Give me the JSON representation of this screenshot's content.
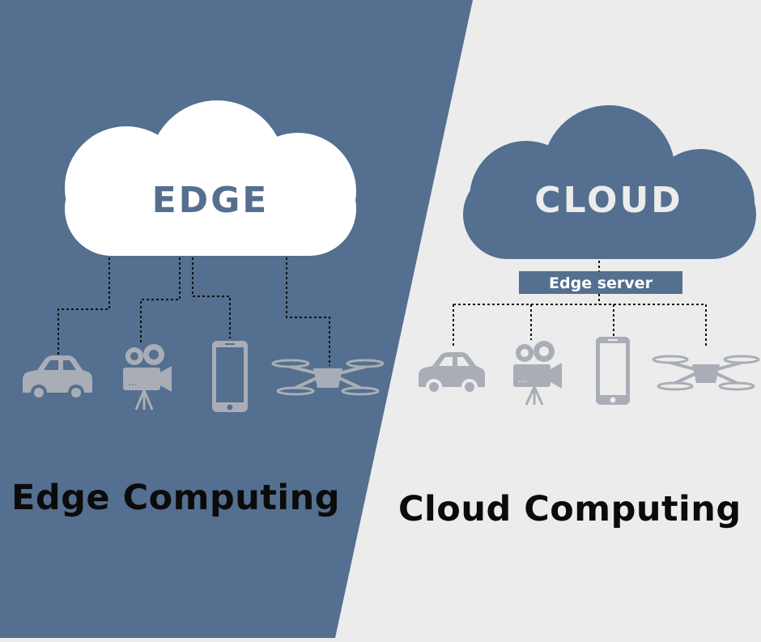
{
  "colors": {
    "slate": "#546f8f",
    "light_bg": "#ececec",
    "white": "#ffffff",
    "icon_gray": "#a9aeb6",
    "text_dark": "#0b0b0b"
  },
  "edge": {
    "cloud_label": "EDGE",
    "title": "Edge Computing",
    "devices": [
      "car-icon",
      "video-camera-icon",
      "smartphone-icon",
      "drone-icon"
    ]
  },
  "cloud": {
    "cloud_label": "CLOUD",
    "server_label": "Edge server",
    "title": "Cloud Computing",
    "devices": [
      "car-icon",
      "video-camera-icon",
      "smartphone-icon",
      "drone-icon"
    ]
  }
}
